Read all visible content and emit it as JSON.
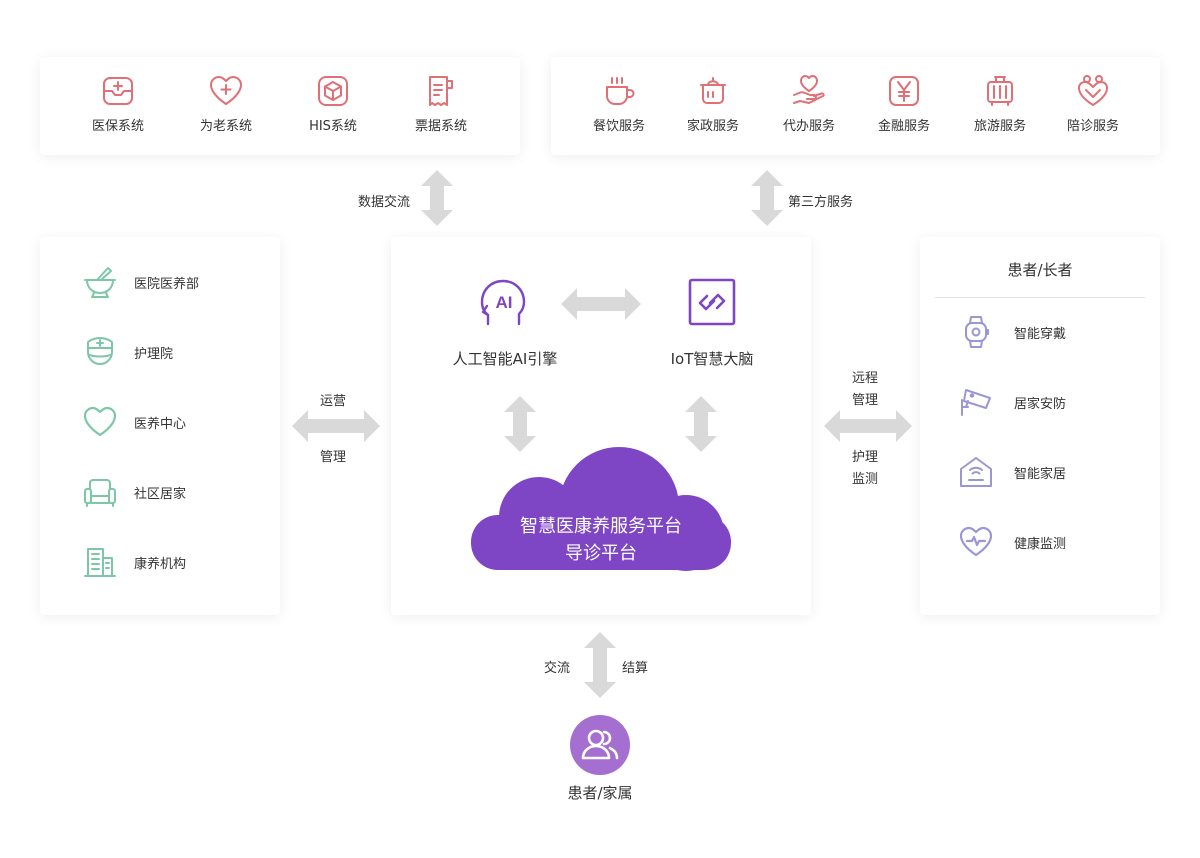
{
  "top_left_panel": {
    "items": [
      {
        "label": "医保系统",
        "icon": "medical-insurance-icon"
      },
      {
        "label": "为老系统",
        "icon": "heart-plus-icon"
      },
      {
        "label": "HIS系统",
        "icon": "cube-icon"
      },
      {
        "label": "票据系统",
        "icon": "receipt-icon"
      }
    ]
  },
  "top_right_panel": {
    "items": [
      {
        "label": "餐饮服务",
        "icon": "cup-icon"
      },
      {
        "label": "家政服务",
        "icon": "pot-icon"
      },
      {
        "label": "代办服务",
        "icon": "hand-heart-icon"
      },
      {
        "label": "金融服务",
        "icon": "yuan-icon"
      },
      {
        "label": "旅游服务",
        "icon": "luggage-icon"
      },
      {
        "label": "陪诊服务",
        "icon": "heart-people-icon"
      }
    ]
  },
  "left_panel": {
    "items": [
      {
        "label": "医院医养部",
        "icon": "mortar-icon"
      },
      {
        "label": "护理院",
        "icon": "nurse-icon"
      },
      {
        "label": "医养中心",
        "icon": "heart-icon"
      },
      {
        "label": "社区居家",
        "icon": "sofa-icon"
      },
      {
        "label": "康养机构",
        "icon": "building-icon"
      }
    ]
  },
  "right_panel": {
    "title": "患者/长者",
    "items": [
      {
        "label": "智能穿戴",
        "icon": "watch-icon"
      },
      {
        "label": "居家安防",
        "icon": "camera-icon"
      },
      {
        "label": "智能家居",
        "icon": "smart-home-icon"
      },
      {
        "label": "健康监测",
        "icon": "heart-pulse-icon"
      }
    ]
  },
  "center_panel": {
    "ai_label": "人工智能AI引擎",
    "ai_icon_text": "AI",
    "iot_label": "IoT智慧大脑",
    "platform_line1": "智慧医康养服务平台",
    "platform_line2": "导诊平台"
  },
  "connectors": {
    "data_exchange": "数据交流",
    "third_party": "第三方服务",
    "ops_top": "运营",
    "ops_bottom": "管理",
    "remote_top1": "远程",
    "remote_top2": "管理",
    "remote_bottom1": "护理",
    "remote_bottom2": "监测",
    "exchange": "交流",
    "settle": "结算"
  },
  "bottom": {
    "label": "患者/家属",
    "icon": "users-icon"
  },
  "colors": {
    "top_icon": "#e07076",
    "left_icon": "#7cc8a6",
    "right_icon": "#9b96d6",
    "purple": "#7e45c4",
    "arrow": "#d9d9d9"
  }
}
